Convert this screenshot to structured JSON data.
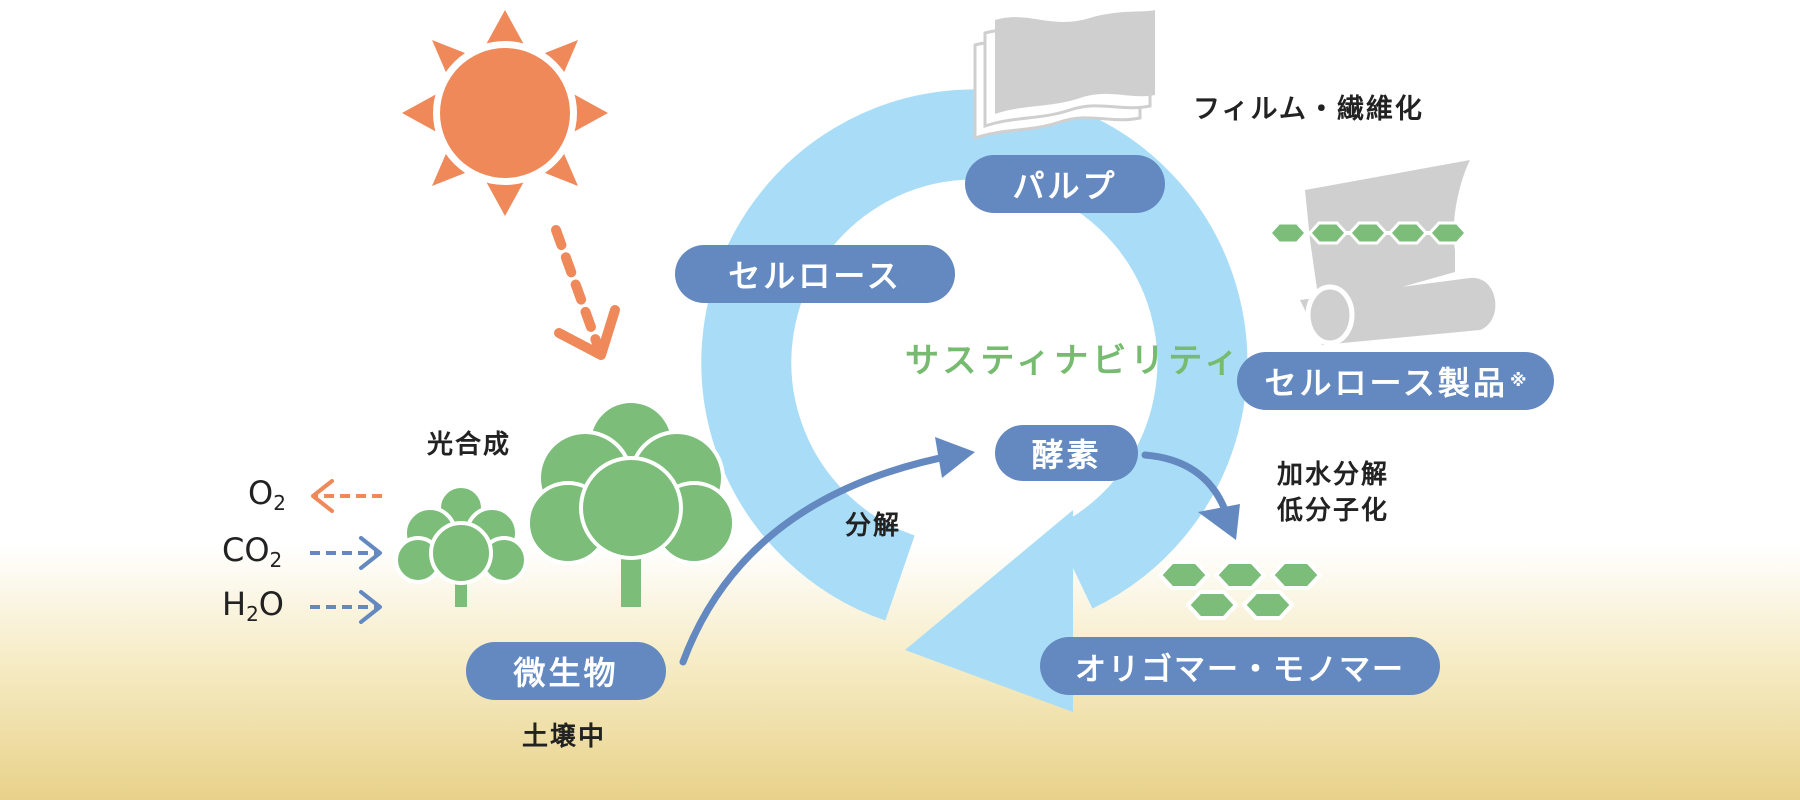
{
  "diagram": {
    "nodes": {
      "pulp": "パルプ",
      "cellulose": "セルロース",
      "cellulose_products": "セルロース製品",
      "cellulose_products_mark": "※",
      "enzyme": "酵素",
      "oligomer": "オリゴマー・モノマー",
      "microbe": "微生物"
    },
    "labels": {
      "film": "フィルム・繊維化",
      "sustainability": "サスティナビリティ",
      "hydrolysis_line1": "加水分解",
      "hydrolysis_line2": "低分子化",
      "decomposition": "分解",
      "photosynthesis": "光合成",
      "soil": "土壌中"
    },
    "gases": {
      "o2_main": "O",
      "o2_sub": "2",
      "co2_main": "CO",
      "co2_sub": "2",
      "h2o_pre": "H",
      "h2o_sub": "2",
      "h2o_post": "O"
    },
    "colors": {
      "cycle_arrow": "#a9ddf7",
      "pill": "#6389c0",
      "sun": "#f0895a",
      "tree": "#7bbd79",
      "soil": "#e9d38b",
      "sustainability_text": "#76bb6f",
      "hexagon": "#7bbd79",
      "paper": "#cfcfcf"
    },
    "icons": [
      "sun-icon",
      "tree-icon",
      "paper-stack-icon",
      "paper-roll-icon",
      "hexagon-molecule-icon"
    ]
  }
}
